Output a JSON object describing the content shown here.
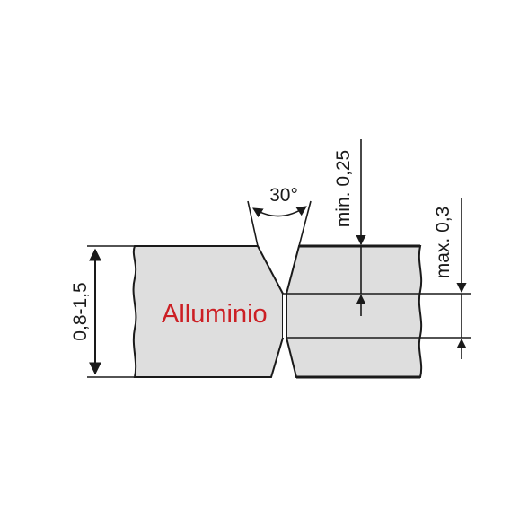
{
  "diagram": {
    "material_label": "Alluminio",
    "angle_label": "30°",
    "thickness_label": "0,8-1,5",
    "min_label": "min. 0,25",
    "max_label": "max. 0,3"
  },
  "colors": {
    "material_fill": "#dedede",
    "line": "#1a1a1a",
    "material_text": "#cc1f24"
  }
}
